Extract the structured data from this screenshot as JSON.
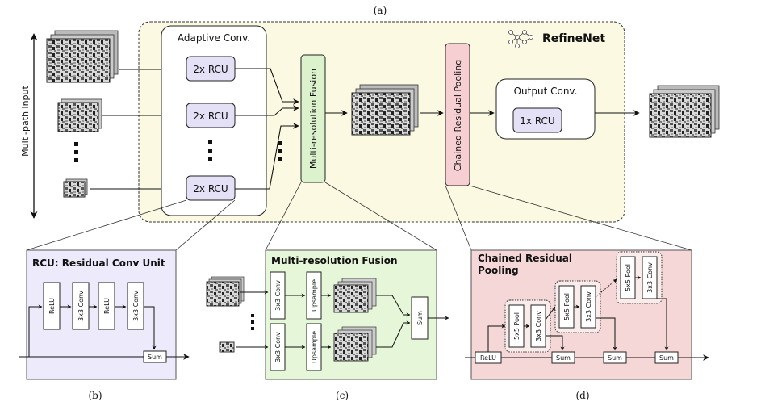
{
  "captions": {
    "a": "(a)",
    "b": "(b)",
    "c": "(c)",
    "d": "(d)"
  },
  "top": {
    "multi_path_input": "Multi-path input",
    "adaptive_conv_title": "Adaptive Conv.",
    "rcu_block": "2x RCU",
    "multi_res_fusion": "Multi-resolution Fusion",
    "chained_residual_pooling": "Chained Residual Pooling",
    "output_conv_title": "Output Conv.",
    "output_rcu": "1x RCU",
    "refinenet_title": "RefineNet"
  },
  "rcu_panel": {
    "title": "RCU: Residual Conv Unit",
    "relu": "ReLU",
    "conv": "3x3 Conv",
    "sum": "Sum"
  },
  "fusion_panel": {
    "title": "Multi-resolution Fusion",
    "conv": "3x3 Conv",
    "upsample": "Upsample",
    "sum": "Sum"
  },
  "crp_panel": {
    "title_line1": "Chained Residual",
    "title_line2": "Pooling",
    "relu": "ReLU",
    "pool": "5x5 Pool",
    "conv": "3x3 Conv",
    "sum": "Sum"
  },
  "colors": {
    "refinenet_bg": "#fbf9e1",
    "rcu_panel_bg": "#eceafb",
    "fusion_panel_bg": "#e6f6d8",
    "crp_panel_bg": "#f5d7d7",
    "rcu_box_fill": "#e4e0f6",
    "fusion_bar_fill": "#dbf2cc",
    "crp_bar_fill": "#f6cfd2"
  },
  "icons": {
    "refinenet_logo": "network-graph-icon",
    "feature_map": "feature-map-image-icon"
  }
}
